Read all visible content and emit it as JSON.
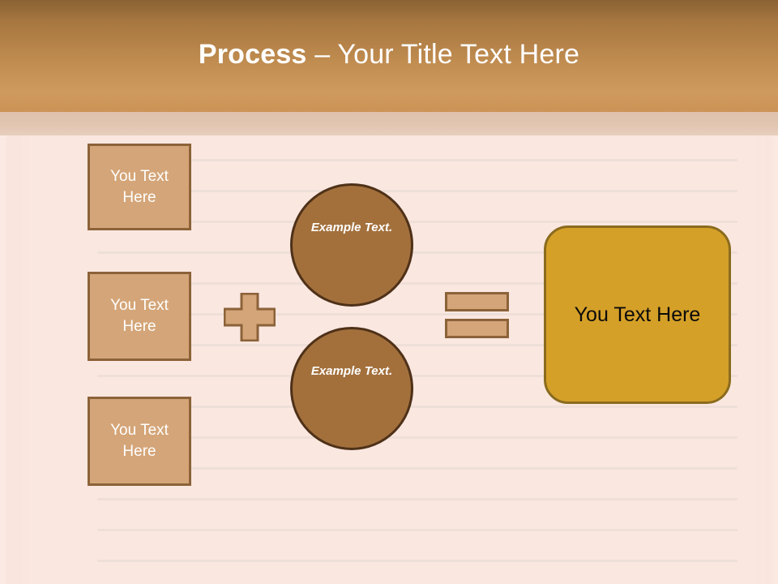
{
  "slide": {
    "title": {
      "bold_part": "Process",
      "rest_part": " – Your Title Text Here"
    },
    "colors": {
      "header_dark": "#8A6233",
      "header_light": "#CF9A5E",
      "header_band": "#E2C6B2",
      "body_background": "#FAE7E0",
      "rule_line": "#EEDFD8",
      "tan_fill": "#D4A578",
      "tan_border": "#8C6239",
      "circle_fill": "#A3703C",
      "circle_border": "#4E3118",
      "result_fill": "#D5A028",
      "result_border": "#8A6B1E",
      "result_text": "#0B0B0B",
      "box_text": "#FFFFFF"
    },
    "input_boxes": [
      {
        "text": "You Text Here"
      },
      {
        "text": "You Text Here"
      },
      {
        "text": "You Text Here"
      }
    ],
    "operators": {
      "plus": "plus-operator",
      "equals": "equals-operator"
    },
    "circles": [
      {
        "text": "Example Text."
      },
      {
        "text": "Example Text."
      }
    ],
    "result_box": {
      "text": "You Text Here"
    },
    "background_rules": [
      196,
      234,
      272,
      310,
      348,
      386,
      424,
      462,
      500,
      538,
      576,
      614,
      652,
      690
    ]
  }
}
